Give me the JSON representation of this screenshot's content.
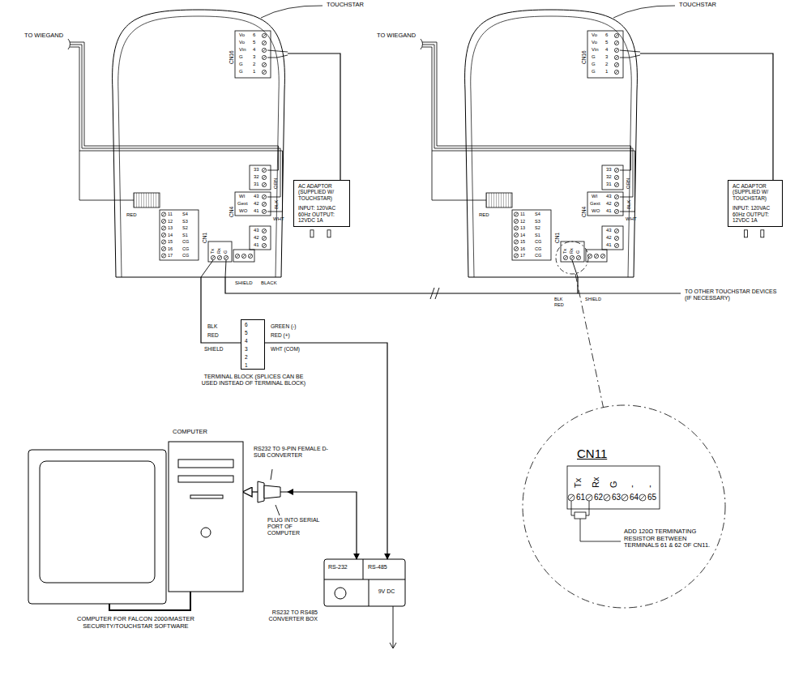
{
  "diagram": {
    "nodes": [
      {
        "text": [
          "TOUCHSTAR"
        ]
      },
      {
        "text": [
          "AC ADAPTOR (SUPPLIED W/ TOUCHSTAR)",
          "INPUT: 120VAC 60Hz OUTPUT: 12VDC 1A"
        ]
      },
      {
        "text": [
          "TOUCHSTAR"
        ]
      },
      {
        "text": [
          "AC ADAPTOR (SUPPLIED W/ TOUCHSTAR)",
          "INPUT: 120VAC 60Hz OUTPUT: 12VDC 1A"
        ]
      },
      {
        "text": [
          "TERMINAL BLOCK (SPLICES CAN BE USED INSTEAD OF TERMINAL BLOCK)"
        ]
      },
      {
        "text": [
          "COMPUTER",
          "COMPUTER FOR FALCON 2000/MASTER SECURITY/TOUCHSTAR SOFTWARE"
        ]
      },
      {
        "text": [
          "RS232 TO 9-PIN FEMALE D-SUB CONVERTER"
        ]
      },
      {
        "text": [
          "RS-232",
          "RS-485",
          "9V DC",
          "RS232 TO RS485 CONVERTER BOX"
        ]
      }
    ],
    "edges": [
      {
        "from": 0,
        "to": 1,
        "arrow": "none"
      },
      {
        "from": 2,
        "to": 3,
        "arrow": "none"
      },
      {
        "from": 0,
        "to": 4,
        "arrow": "none"
      },
      {
        "from": 0,
        "to": 2,
        "arrow": "none"
      },
      {
        "from": 4,
        "to": 7,
        "arrow": "to"
      },
      {
        "from": 7,
        "to": 6,
        "arrow": "both"
      },
      {
        "from": 6,
        "to": 5,
        "arrow": "to"
      }
    ],
    "labels": [
      "TO WIEGAND",
      "CN16",
      "Vo",
      "6",
      "Vo",
      "5",
      "Vin",
      "4",
      "G",
      "3",
      "G",
      "2",
      "G",
      "1",
      "33",
      "32",
      "31",
      "ORN",
      "CN4",
      "WI",
      "43",
      "Gext",
      "42",
      "WO",
      "41",
      "BLK",
      "WHT",
      "43",
      "42",
      "41",
      "RED",
      "CN1",
      "11",
      "S4",
      "12",
      "S3",
      "13",
      "S2",
      "14",
      "S1",
      "15",
      "CG",
      "16",
      "CG",
      "17",
      "CG",
      "Tx",
      "Rx",
      "G",
      "TO WIEGAND",
      "CN16",
      "Vo",
      "6",
      "Vo",
      "5",
      "Vin",
      "4",
      "G",
      "3",
      "G",
      "2",
      "G",
      "1",
      "33",
      "32",
      "31",
      "ORN",
      "CN4",
      "WI",
      "43",
      "Gext",
      "42",
      "WO",
      "41",
      "BLK",
      "WHT",
      "43",
      "42",
      "41",
      "RED",
      "CN1",
      "11",
      "S4",
      "12",
      "S3",
      "13",
      "S2",
      "14",
      "S1",
      "15",
      "CG",
      "16",
      "CG",
      "17",
      "CG",
      "Tx",
      "Rx",
      "G",
      "BLK",
      "RED",
      "SHIELD",
      "SHIELD",
      "BLACK",
      "BLK",
      "RED",
      "SHIELD",
      "6",
      "5",
      "4",
      "3",
      "2",
      "1",
      "GREEN (-)",
      "RED (+)",
      "WHT (COM)",
      "PLUG INTO SERIAL PORT OF COMPUTER",
      "TO OTHER TOUCHSTAR DEVICES (IF NECESSARY)",
      "CN11",
      "Tx",
      "Rx",
      "G",
      "-",
      "-",
      "61",
      "62",
      "63",
      "64",
      "65",
      "ADD 120Ω TERMINATING RESISTOR BETWEEN TERMINALS 61 & 62 OF CN11."
    ]
  }
}
